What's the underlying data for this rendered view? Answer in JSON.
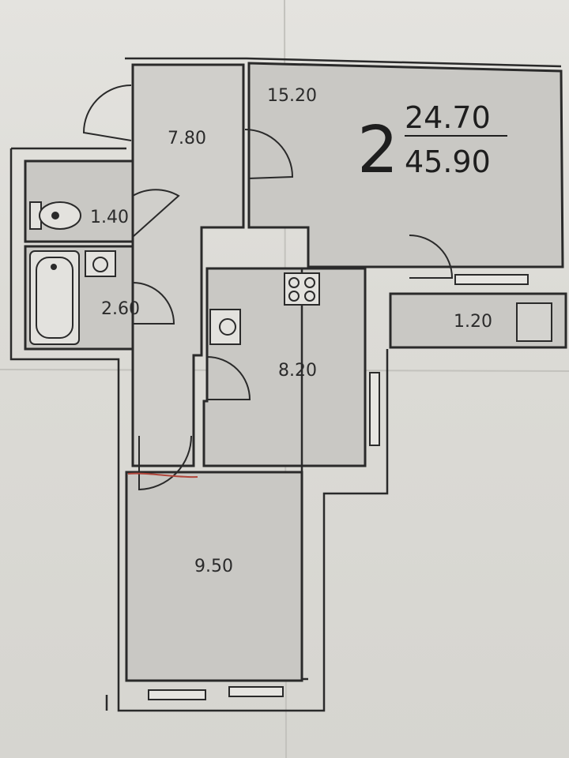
{
  "plan": {
    "rooms_count": "2",
    "living_area": "24.70",
    "total_area": "45.90"
  },
  "rooms": {
    "living_large": "15.20",
    "hall": "7.80",
    "toilet": "1.40",
    "bathroom": "2.60",
    "kitchen": "8.20",
    "balcony": "1.20",
    "living_small": "9.50"
  },
  "colors": {
    "room_fill": "#c9c8c4",
    "wall": "#2a2a2a",
    "marker_line": "#b0453a"
  }
}
